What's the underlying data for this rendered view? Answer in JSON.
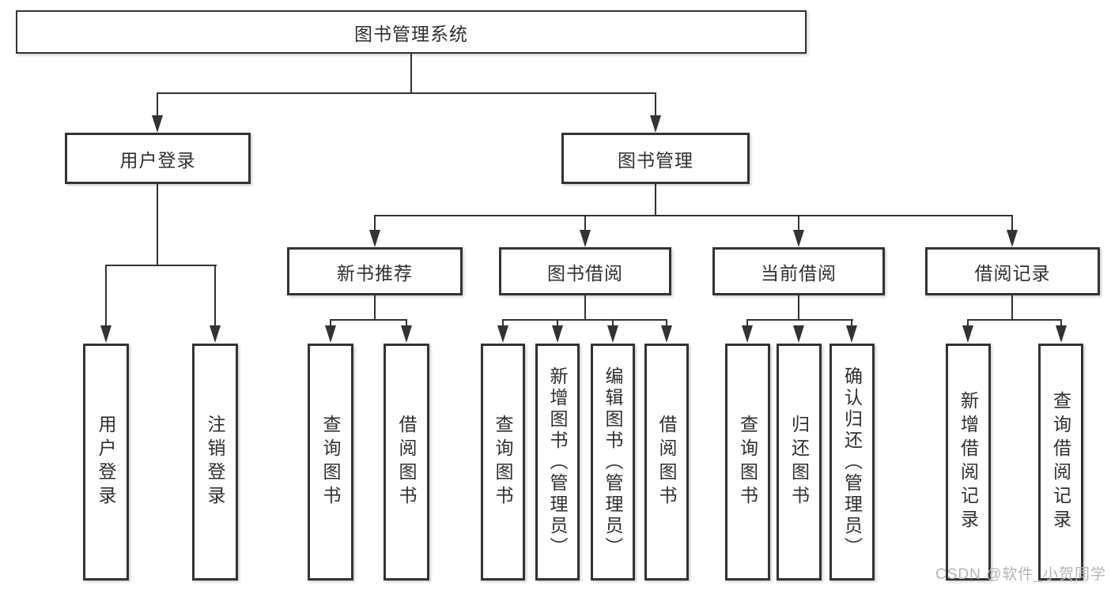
{
  "diagram": {
    "root": {
      "label": "图书管理系统"
    },
    "level2": [
      {
        "id": "user-login",
        "label": "用户登录"
      },
      {
        "id": "book-management",
        "label": "图书管理"
      }
    ],
    "level3": [
      {
        "id": "new-book-recommend",
        "label": "新书推荐"
      },
      {
        "id": "book-borrowing",
        "label": "图书借阅"
      },
      {
        "id": "current-borrowing",
        "label": "当前借阅"
      },
      {
        "id": "borrowing-records",
        "label": "借阅记录"
      }
    ],
    "leaves": {
      "user_login": [
        {
          "label": "用户登录"
        },
        {
          "label": "注销登录"
        }
      ],
      "new_book_recommend": [
        {
          "label": "查询图书"
        },
        {
          "label": "借阅图书"
        }
      ],
      "book_borrowing": [
        {
          "label": "查询图书"
        },
        {
          "label": "新增图书（管理员）"
        },
        {
          "label": "编辑图书（管理员）"
        },
        {
          "label": "借阅图书"
        }
      ],
      "current_borrowing": [
        {
          "label": "查询图书"
        },
        {
          "label": "归还图书"
        },
        {
          "label": "确认归还（管理员）"
        }
      ],
      "borrowing_records": [
        {
          "label": "新增借阅记录"
        },
        {
          "label": "查询借阅记录"
        }
      ]
    },
    "watermark": {
      "text": "CSDN @软件_小贺同学",
      "color": "#b4b4b4"
    },
    "colors": {
      "line": "#333333",
      "box_border": "#333333",
      "text": "#2f2f2f",
      "background": "#ffffff"
    }
  }
}
